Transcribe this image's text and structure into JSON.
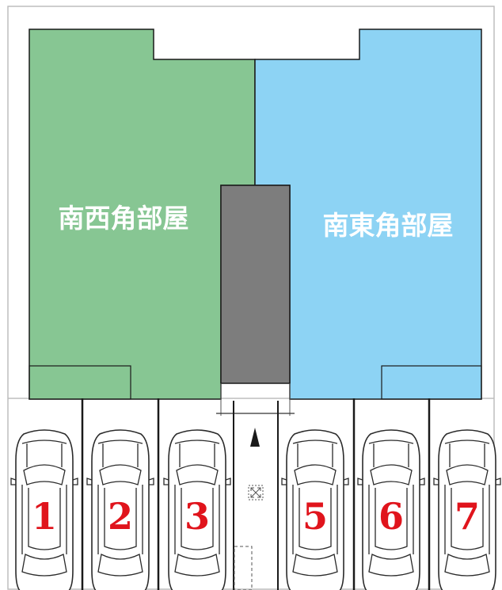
{
  "rooms": {
    "southwest": {
      "label": "南西角部屋",
      "color": "#87c693"
    },
    "southeast": {
      "label": "南東角部屋",
      "color": "#8dd3f4"
    }
  },
  "corridor_color": "#7d7d7d",
  "direction_icon": "up-arrow-icon",
  "center_icon": "expand-arrows-icon",
  "parking": {
    "spaces": [
      {
        "number": "1"
      },
      {
        "number": "2"
      },
      {
        "number": "3"
      },
      {
        "number": "5"
      },
      {
        "number": "6"
      },
      {
        "number": "7"
      }
    ],
    "number_color": "#e0141c"
  }
}
